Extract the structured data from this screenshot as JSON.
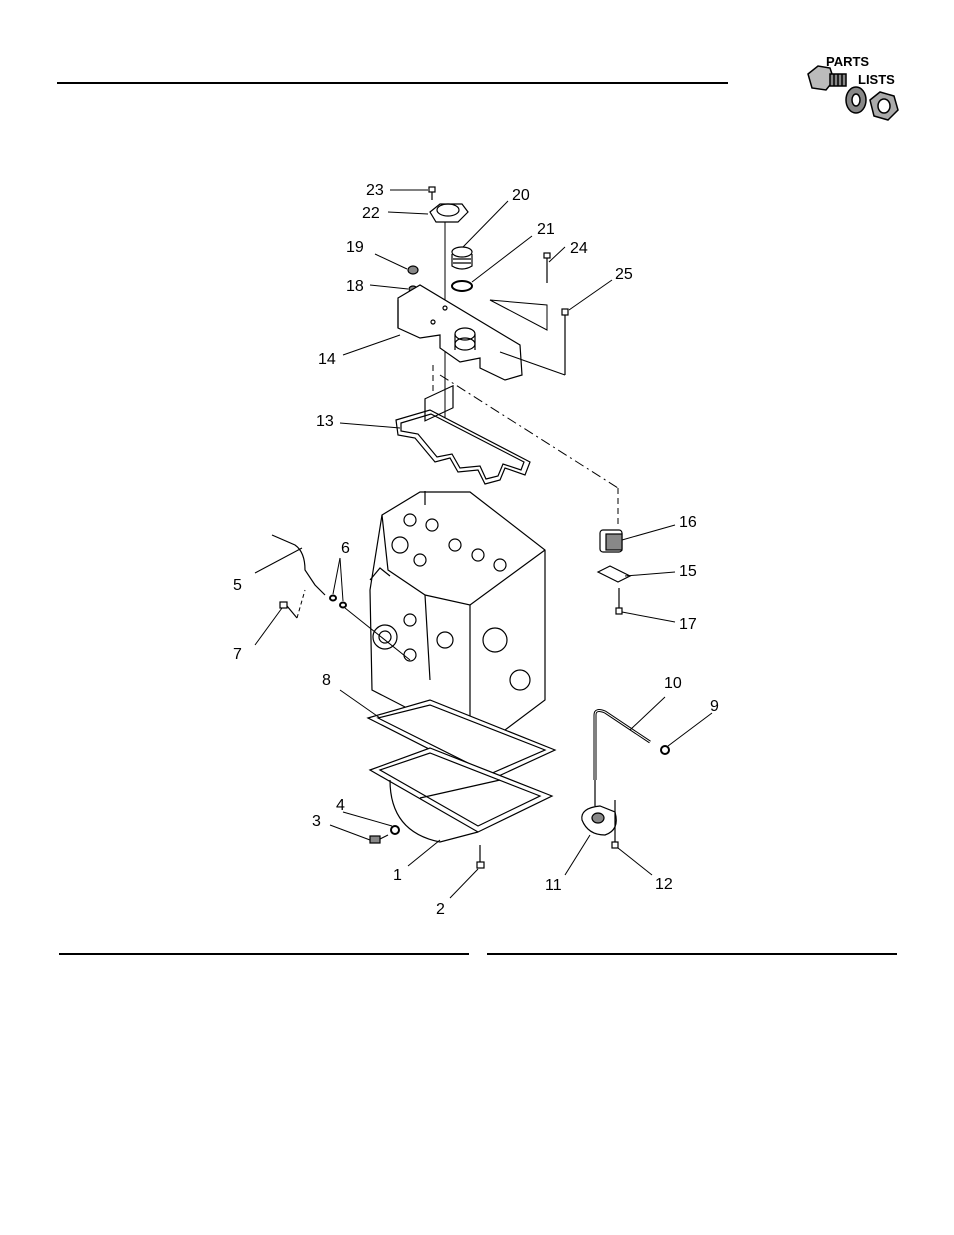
{
  "logo": {
    "line1": "PARTS",
    "line2": "LISTS",
    "icon": "bolt-washer-nut-icon"
  },
  "callouts": [
    {
      "id": "c1",
      "label": "1"
    },
    {
      "id": "c2",
      "label": "2"
    },
    {
      "id": "c3",
      "label": "3"
    },
    {
      "id": "c4",
      "label": "4"
    },
    {
      "id": "c5",
      "label": "5"
    },
    {
      "id": "c6",
      "label": "6"
    },
    {
      "id": "c7",
      "label": "7"
    },
    {
      "id": "c8",
      "label": "8"
    },
    {
      "id": "c9",
      "label": "9"
    },
    {
      "id": "c10",
      "label": "10"
    },
    {
      "id": "c11",
      "label": "11"
    },
    {
      "id": "c12",
      "label": "12"
    },
    {
      "id": "c13",
      "label": "13"
    },
    {
      "id": "c14",
      "label": "14"
    },
    {
      "id": "c15",
      "label": "15"
    },
    {
      "id": "c16",
      "label": "16"
    },
    {
      "id": "c17",
      "label": "17"
    },
    {
      "id": "c18",
      "label": "18"
    },
    {
      "id": "c19",
      "label": "19"
    },
    {
      "id": "c20",
      "label": "20"
    },
    {
      "id": "c21",
      "label": "21"
    },
    {
      "id": "c22",
      "label": "22"
    },
    {
      "id": "c23",
      "label": "23"
    },
    {
      "id": "c24",
      "label": "24"
    },
    {
      "id": "c25",
      "label": "25"
    }
  ]
}
